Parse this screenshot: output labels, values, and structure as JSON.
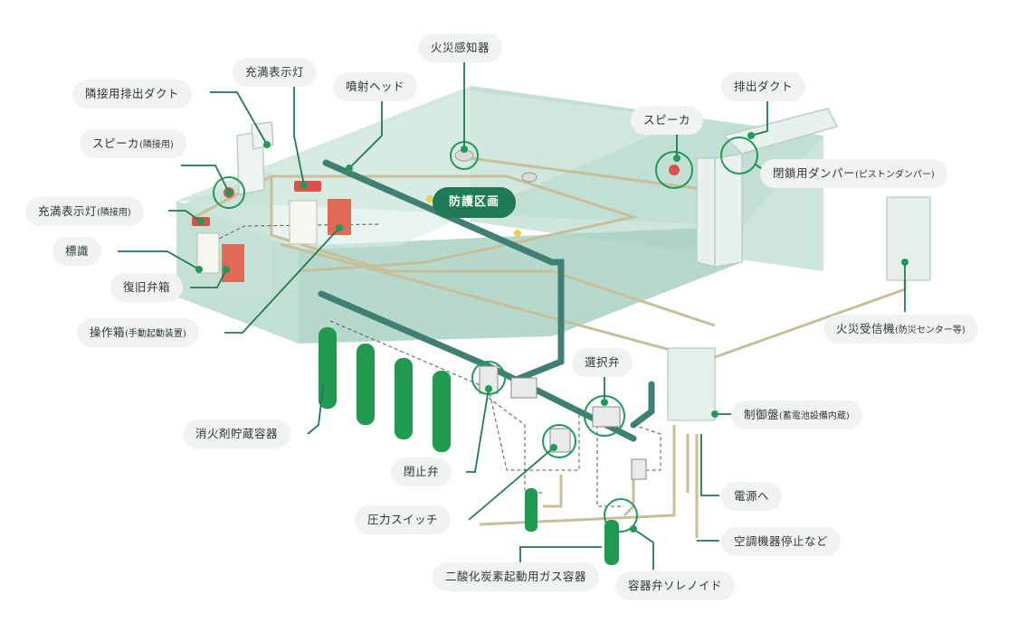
{
  "labels": {
    "hyoujitou": "充満表示灯",
    "kasai_kanchiki": "火災感知器",
    "sekishutsu_head": "噴射ヘッド",
    "haishutsu_duct": "排出ダクト",
    "rinsetsu_duct": "隣接用排出ダクト",
    "speaker_rinsetsu": "スピーカ",
    "speaker_rinsetsu_sub": "(隣接用)",
    "speaker": "スピーカ",
    "damper": "閉鎖用ダンパー",
    "damper_sub": "(ピストンダンパー)",
    "hyoujitou_rinsetsu": "充満表示灯",
    "hyoujitou_rinsetsu_sub": "(隣接用)",
    "hyoushiki": "標識",
    "fukkyu_benbako": "復旧弁箱",
    "sousa_bako": "操作箱",
    "sousa_bako_sub": "(手動起動装置)",
    "kasai_jushinki": "火災受信機",
    "kasai_jushinki_sub": "(防災センター等)",
    "sentaku_ben": "選択弁",
    "seigyo_ban": "制御盤",
    "seigyo_ban_sub": "(蓄電池設備内蔵)",
    "shoukazai_youki": "消火剤貯蔵容器",
    "heishi_ben": "閉止弁",
    "atsuryoku_switch": "圧力スイッチ",
    "dengen": "電源へ",
    "kuchou_teishi": "空調機器停止など",
    "kidou_gas_youki": "二酸化炭素起動用ガス容器",
    "youki_ben_solenoid": "容器弁ソレノイド"
  },
  "zone_badge": "防護区画",
  "colors": {
    "room_fill": "#cfe6dc",
    "room_wall": "#a9d2c3",
    "pipe": "#3f7f74",
    "cable": "#c8bf9a",
    "leader": "#1f7a55",
    "marker": "#1f9a5a",
    "cylinder": "#1f9a4f",
    "alarm": "#e0504a",
    "label_bg": "#f1f3f1"
  }
}
